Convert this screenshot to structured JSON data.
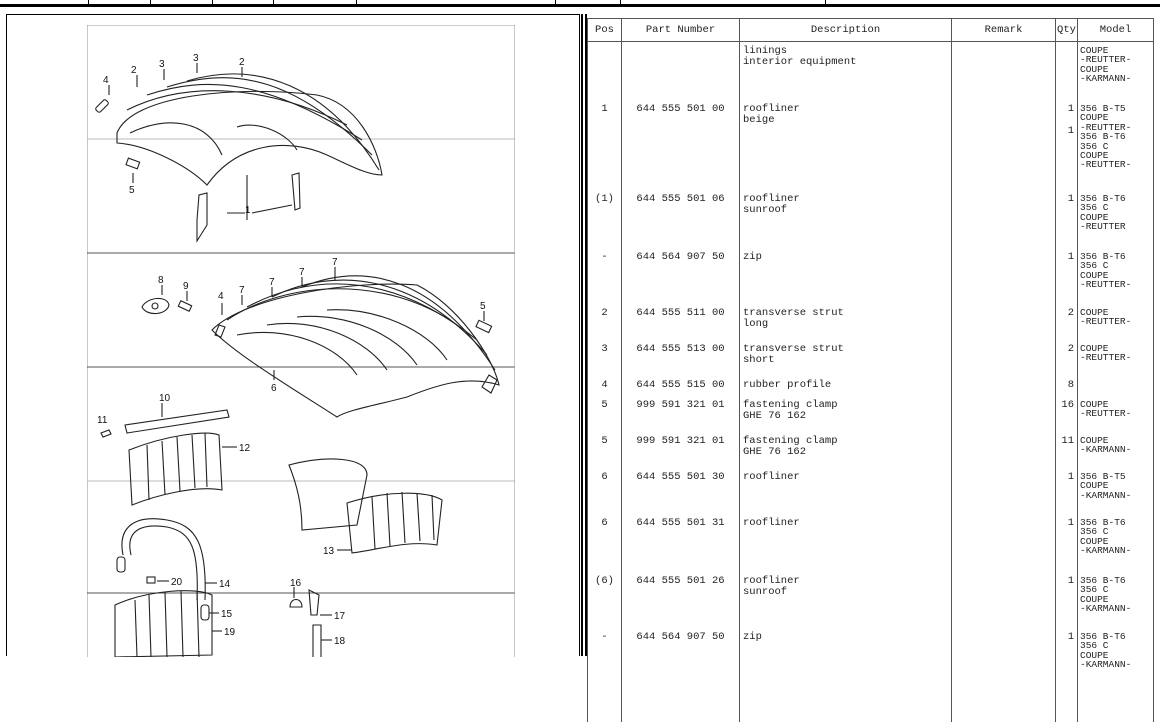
{
  "table": {
    "headers": {
      "pos": "Pos",
      "part_number": "Part Number",
      "description": "Description",
      "remark": "Remark",
      "qty": "Qty",
      "model": "Model"
    },
    "rows": [
      {
        "pos": "",
        "part_number": "",
        "description": "linings\ninterior equipment",
        "remark": "",
        "qty": "",
        "model": "COUPE\n-REUTTER-\nCOUPE\n-KARMANN-",
        "h": 54
      },
      {
        "pos": "1",
        "part_number": "644 555 501 00",
        "description": "roofliner\nbeige",
        "remark": "",
        "qty": "1\n\n1",
        "model": "356 B-T5\nCOUPE\n-REUTTER-\n356 B-T6\n356 C\nCOUPE\n-REUTTER-",
        "h": 86
      },
      {
        "pos": "(1)",
        "part_number": "644 555 501 06",
        "description": "roofliner\nsunroof",
        "remark": "",
        "qty": "1",
        "model": "356 B-T6\n356 C\nCOUPE\n-REUTTER",
        "h": 54
      },
      {
        "pos": "-",
        "part_number": "644 564 907 50",
        "description": "zip",
        "remark": "",
        "qty": "1",
        "model": "356 B-T6\n356 C\nCOUPE\n-REUTTER-",
        "h": 52
      },
      {
        "pos": "2",
        "part_number": "644 555 511 00",
        "description": "transverse strut\nlong",
        "remark": "",
        "qty": "2",
        "model": "COUPE\n-REUTTER-",
        "h": 32
      },
      {
        "pos": "3",
        "part_number": "644 555 513 00",
        "description": "transverse strut\nshort",
        "remark": "",
        "qty": "2",
        "model": "COUPE\n-REUTTER-",
        "h": 32
      },
      {
        "pos": "4",
        "part_number": "644 555 515 00",
        "description": "rubber profile",
        "remark": "",
        "qty": "8",
        "model": "",
        "h": 16
      },
      {
        "pos": "5",
        "part_number": "999 591 321 01",
        "description": "fastening clamp\nGHE 76 162",
        "remark": "",
        "qty": "16",
        "model": "COUPE\n-REUTTER-",
        "h": 32
      },
      {
        "pos": "5",
        "part_number": "999 591 321 01",
        "description": "fastening clamp\nGHE 76 162",
        "remark": "",
        "qty": "11",
        "model": "COUPE\n-KARMANN-",
        "h": 32
      },
      {
        "pos": "6",
        "part_number": "644 555 501 30",
        "description": "roofliner",
        "remark": "",
        "qty": "1",
        "model": "356 B-T5\nCOUPE\n-KARMANN-",
        "h": 42
      },
      {
        "pos": "6",
        "part_number": "644 555 501 31",
        "description": "roofliner",
        "remark": "",
        "qty": "1",
        "model": "356 B-T6\n356 C\nCOUPE\n-KARMANN-",
        "h": 54
      },
      {
        "pos": "(6)",
        "part_number": "644 555 501 26",
        "description": "roofliner\nsunroof",
        "remark": "",
        "qty": "1",
        "model": "356 B-T6\n356 C\nCOUPE\n-KARMANN-",
        "h": 52
      },
      {
        "pos": "-",
        "part_number": "644 564 907 50",
        "description": "zip",
        "remark": "",
        "qty": "1",
        "model": "356 B-T6\n356 C\nCOUPE\n-KARMANN-",
        "h": 50
      }
    ]
  },
  "drawing": {
    "callouts": [
      "1",
      "2",
      "3",
      "3",
      "2",
      "4",
      "5",
      "6",
      "7",
      "7",
      "7",
      "7",
      "8",
      "9",
      "4",
      "5",
      "10",
      "11",
      "12",
      "13",
      "14",
      "15",
      "16",
      "17",
      "18",
      "19",
      "20"
    ]
  }
}
